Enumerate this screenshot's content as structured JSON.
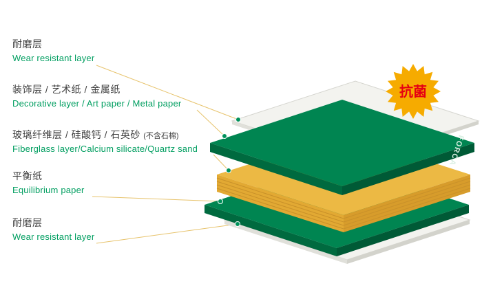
{
  "diagram": {
    "badge_text": "抗菌",
    "brand": "FORCA",
    "labels": [
      {
        "zh": "耐磨层",
        "en": "Wear resistant layer"
      },
      {
        "zh": "装饰层 / 艺术纸 / 金属纸",
        "en": "Decorative layer / Art paper / Metal paper"
      },
      {
        "zh": "玻璃纤维层 / 硅酸钙 / 石英砂",
        "zh_note": "(不含石棉)",
        "en": "Fiberglass layer/Calcium silicate/Quartz sand"
      },
      {
        "zh": "平衡纸",
        "en": "Equilibrium paper"
      },
      {
        "zh": "耐磨层",
        "en": "Wear resistant layer"
      }
    ],
    "colors": {
      "green_top": "#008551",
      "green_side_left": "#006a3f",
      "green_side_right": "#005a36",
      "yellow_top": "#ecb944",
      "yellow_side_left": "#e2a933",
      "yellow_side_right": "#d79c2b",
      "sheet_top": "#f3f3ef",
      "sheet_side": "#d9d9d3",
      "label_en": "#009e60",
      "label_zh": "#3f3f3f",
      "leader": "#e7c36c",
      "dot": "#00915a",
      "badge": "#f6ab00",
      "badge_text_color": "#e60012"
    }
  }
}
